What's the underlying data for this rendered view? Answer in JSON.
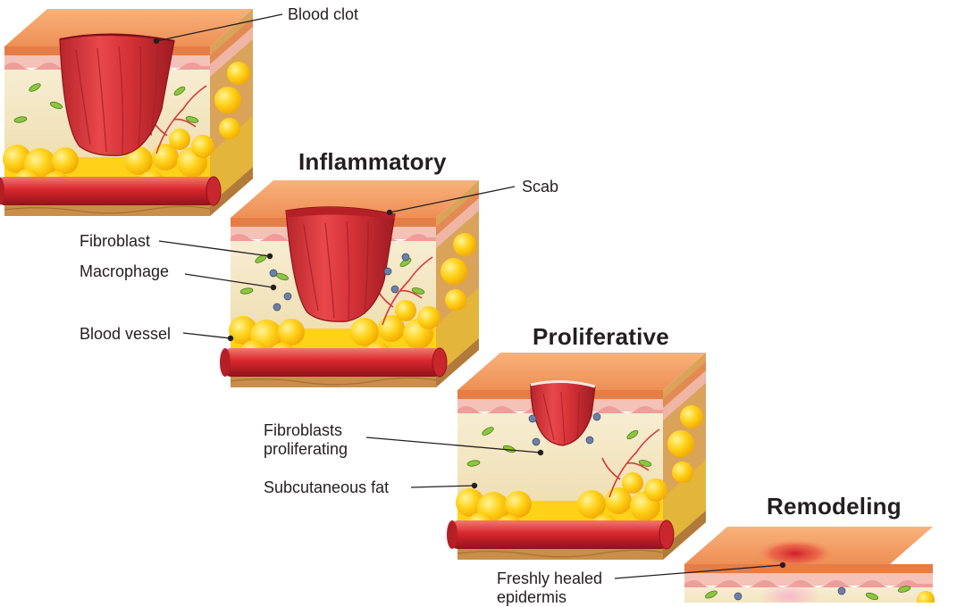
{
  "stages": {
    "hemostasis": {
      "label": "Blood clot"
    },
    "inflammatory": {
      "title": "Inflammatory",
      "labels": {
        "scab": "Scab",
        "fibroblast": "Fibroblast",
        "macrophage": "Macrophage",
        "blood_vessel": "Blood vessel"
      }
    },
    "proliferative": {
      "title": "Proliferative",
      "labels": {
        "fibroblasts_line1": "Fibroblasts",
        "fibroblasts_line2": "proliferating",
        "subcutaneous_fat": "Subcutaneous fat"
      }
    },
    "remodeling": {
      "title": "Remodeling",
      "labels": {
        "epidermis_line1": "Freshly healed",
        "epidermis_line2": "epidermis"
      }
    }
  },
  "colors": {
    "epidermis_top": "#f4a26b",
    "epidermis_side": "#e07a43",
    "skin_pink": "#f6c4c0",
    "dermis": "#f3e7c4",
    "fat": "#ffd21a",
    "fat_dark": "#f1b400",
    "vessel": "#e03a3e",
    "vessel_dark": "#a51d23",
    "clot": "#d93a3e",
    "clot_dark": "#9e1c22",
    "base": "#c98f4a",
    "fibroblast": "#8cc63f",
    "macrophage": "#6d7fa6"
  }
}
